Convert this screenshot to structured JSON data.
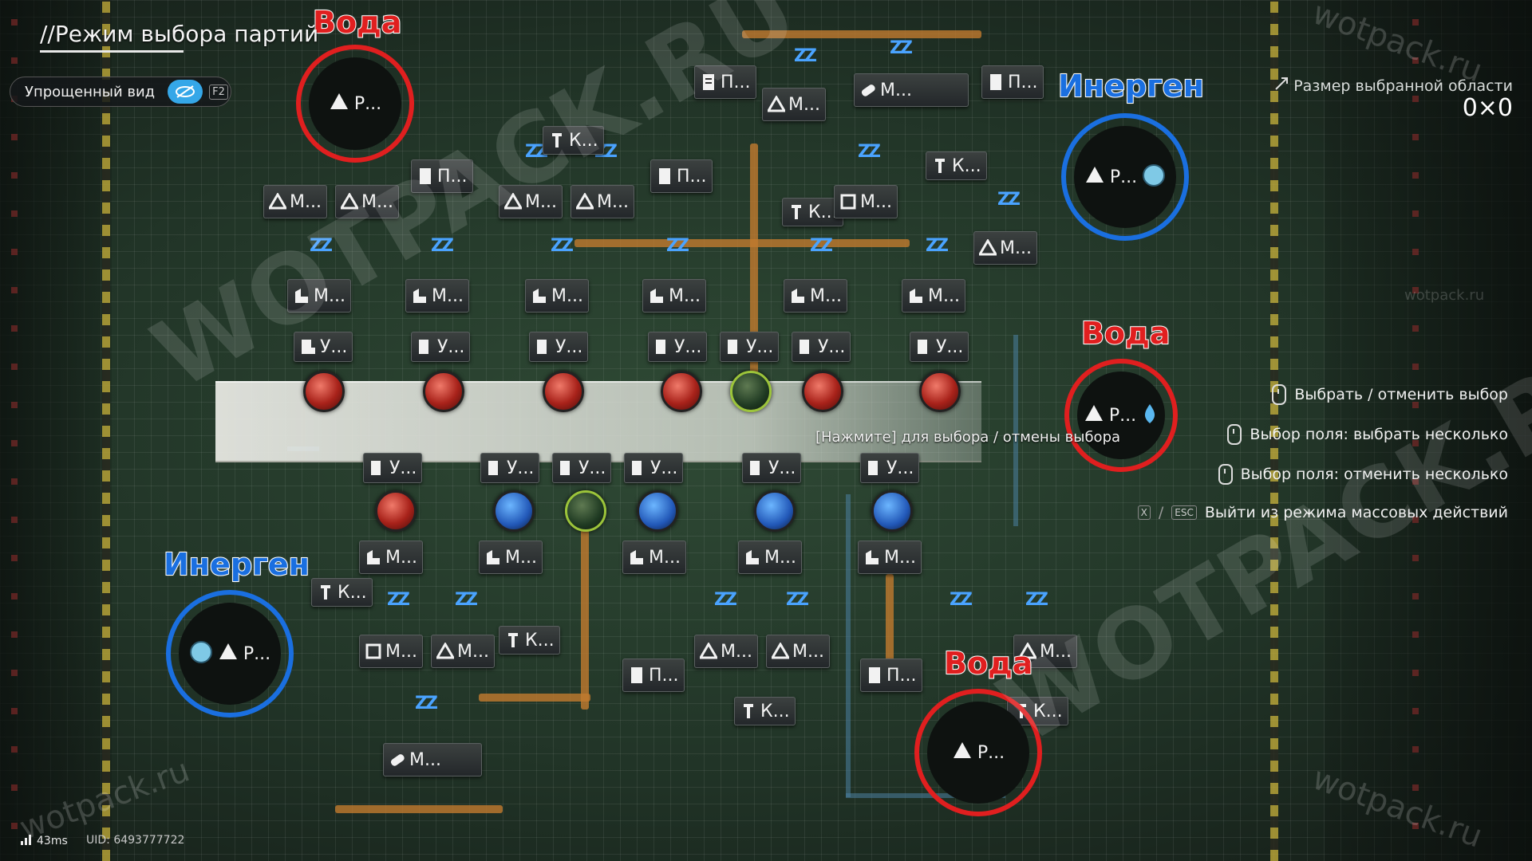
{
  "hud": {
    "mode_title": "//Режим выбора партий",
    "simplified_view_label": "Упрощенный вид",
    "simplified_view_key": "F2",
    "selection_size_label": "Размер выбранной области",
    "selection_size_value": "0×0",
    "ping": "43ms",
    "uid": "UID: 6493777722",
    "click_hint": "[Нажмите] для выбора / отмены выбора"
  },
  "controls_hints": [
    {
      "label": "Выбрать / отменить выбор"
    },
    {
      "label": "Выбор поля: выбрать несколько"
    },
    {
      "label": "Выбор поля: отменить несколько"
    },
    {
      "label": "Выйти из режима массовых действий",
      "key_a": "X",
      "key_b": "ESC"
    }
  ],
  "annotations": {
    "water_1": "Вода",
    "water_2": "Вода",
    "water_3": "Вода",
    "inergen_1": "Инерген",
    "inergen_2": "Инерген"
  },
  "watermarks": {
    "main_1": "WOTPACK.RU",
    "main_2": "WOTPACK.RU",
    "corner_1": "wotpack.ru",
    "corner_2": "wotpack.ru",
    "corner_3": "wotpack.ru",
    "corner_4": "wotpack.ru"
  },
  "labels": {
    "m": "М...",
    "p": "П...",
    "u": "У...",
    "k": "К...",
    "r": "Р..."
  },
  "colors": {
    "water_ring": "#e01f1f",
    "inergen_ring": "#1a6fe0",
    "belt": "#c27a2e",
    "sleep_icon": "#4aa3ff"
  }
}
